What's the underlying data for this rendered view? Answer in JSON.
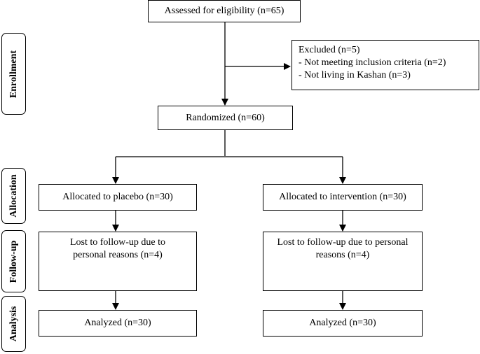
{
  "stages": {
    "enrollment": "Enrollment",
    "allocation": "Allocation",
    "followup": "Follow-up",
    "analysis": "Analysis"
  },
  "boxes": {
    "assessed": "Assessed for eligibility (n=65)",
    "excluded_title": "Excluded (n=5)",
    "excluded_line1": "- Not meeting inclusion criteria (n=2)",
    "excluded_line2": "- Not living in Kashan (n=3)",
    "randomized": "Randomized (n=60)",
    "alloc_placebo": "Allocated to placebo (n=30)",
    "alloc_intervention": "Allocated to intervention (n=30)",
    "lost_placebo_1": "Lost to follow-up due to",
    "lost_placebo_2": "personal reasons (n=4)",
    "lost_intervention_1": "Lost to follow-up due to personal",
    "lost_intervention_2": "reasons (n=4)",
    "analyzed_placebo": "Analyzed (n=30)",
    "analyzed_intervention": "Analyzed (n=30)"
  }
}
